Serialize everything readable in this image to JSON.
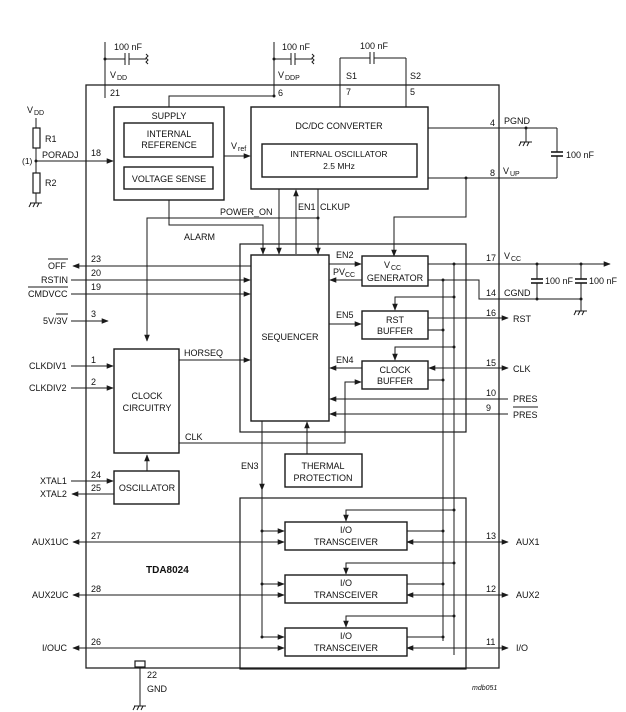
{
  "chip": {
    "name": "TDA8024",
    "figure_id": "mdb051"
  },
  "blocks": {
    "supply": {
      "title": "SUPPLY",
      "internal_reference": [
        "INTERNAL",
        "REFERENCE"
      ],
      "voltage_sense": "VOLTAGE SENSE"
    },
    "dcdc": {
      "title": "DC/DC CONVERTER",
      "oscillator": [
        "INTERNAL OSCILLATOR",
        "2.5 MHz"
      ]
    },
    "sequencer": "SEQUENCER",
    "vcc_generator": [
      "V",
      "CC",
      "GENERATOR"
    ],
    "rst_buffer": [
      "RST",
      "BUFFER"
    ],
    "clock_buffer": [
      "CLOCK",
      "BUFFER"
    ],
    "clock_circuitry": [
      "CLOCK",
      "CIRCUITRY"
    ],
    "oscillator": "OSCILLATOR",
    "thermal": [
      "THERMAL",
      "PROTECTION"
    ],
    "io_transceiver": [
      "I/O",
      "TRANSCEIVER"
    ]
  },
  "signals": {
    "vref": "V",
    "vref_sub": "ref",
    "power_on": "POWER_ON",
    "alarm": "ALARM",
    "en1": "EN1",
    "clkup": "CLKUP",
    "en2": "EN2",
    "pvcc": "PV",
    "pvcc_sub": "CC",
    "en5": "EN5",
    "en4": "EN4",
    "en3": "EN3",
    "horseq": "HORSEQ",
    "clk": "CLK"
  },
  "top_pins": [
    {
      "label": "V",
      "sub": "DD",
      "pin": "21",
      "cap": "100 nF"
    },
    {
      "label": "V",
      "sub": "DDP",
      "pin": "6",
      "cap": "100 nF"
    },
    {
      "label": "S1",
      "pin": "7",
      "cap": "100 nF"
    },
    {
      "label": "S2",
      "pin": "5"
    }
  ],
  "left_pins": [
    {
      "label": "PORADJ",
      "pin": "18"
    },
    {
      "label": "OFF",
      "pin": "23",
      "overline": true
    },
    {
      "label": "RSTIN",
      "pin": "20"
    },
    {
      "label": "CMDVCC",
      "pin": "19",
      "overline": true
    },
    {
      "label": "5V/3V",
      "pin": "3"
    },
    {
      "label": "CLKDIV1",
      "pin": "1"
    },
    {
      "label": "CLKDIV2",
      "pin": "2"
    },
    {
      "label": "XTAL1",
      "pin": "24"
    },
    {
      "label": "XTAL2",
      "pin": "25"
    },
    {
      "label": "AUX1UC",
      "pin": "27"
    },
    {
      "label": "AUX2UC",
      "pin": "28"
    },
    {
      "label": "I/OUC",
      "pin": "26"
    }
  ],
  "right_pins": [
    {
      "label": "PGND",
      "pin": "4"
    },
    {
      "label": "V",
      "sub": "UP",
      "pin": "8"
    },
    {
      "label": "V",
      "sub": "CC",
      "pin": "17"
    },
    {
      "label": "CGND",
      "pin": "14"
    },
    {
      "label": "RST",
      "pin": "16"
    },
    {
      "label": "CLK",
      "pin": "15"
    },
    {
      "label": "PRES",
      "pin": "10"
    },
    {
      "label": "PRES",
      "pin": "9",
      "overline": true
    },
    {
      "label": "AUX1",
      "pin": "13"
    },
    {
      "label": "AUX2",
      "pin": "12"
    },
    {
      "label": "I/O",
      "pin": "11"
    }
  ],
  "bottom_pins": [
    {
      "label": "GND",
      "pin": "22"
    }
  ],
  "external": {
    "vdd": "V",
    "vdd_sub": "DD",
    "r1": "R1",
    "r2": "R2",
    "note": "(1)",
    "pgnd_cap": "100 nF",
    "vcc_cap1": "100 nF",
    "vcc_cap2": "100 nF"
  }
}
